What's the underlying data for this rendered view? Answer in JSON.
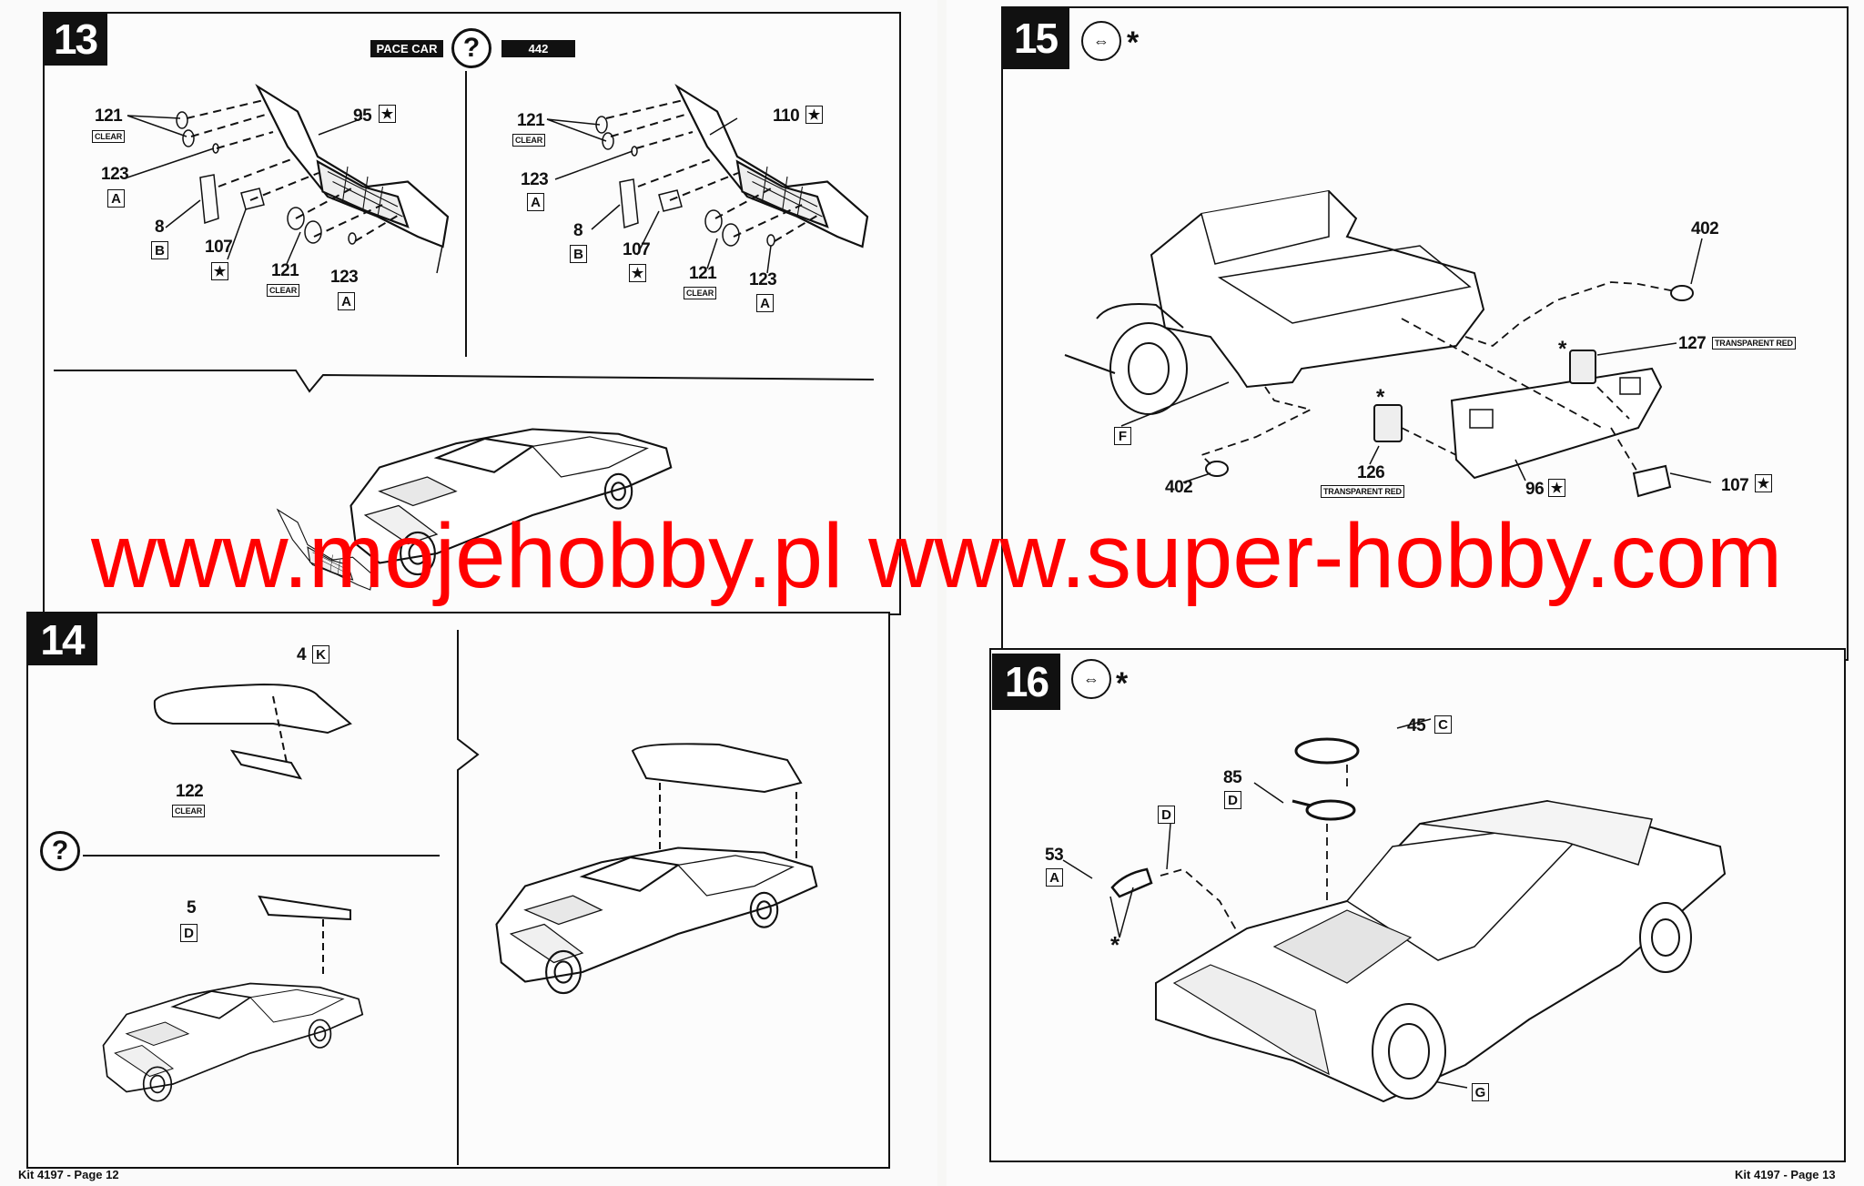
{
  "step13": {
    "number": "13",
    "variant_left": "PACE CAR",
    "variant_right": "442",
    "question_icon": "?",
    "left": {
      "l121a": "121",
      "clear_a": "CLEAR",
      "l123a": "123",
      "box_a1": "A",
      "l8": "8",
      "box_b": "B",
      "l107": "107",
      "star107": "★",
      "l121b": "121",
      "clear_b": "CLEAR",
      "l123b": "123",
      "box_a2": "A",
      "l95": "95",
      "star95": "★"
    },
    "right": {
      "l121a": "121",
      "clear_a": "CLEAR",
      "l123a": "123",
      "box_a1": "A",
      "l8": "8",
      "box_b": "B",
      "l107": "107",
      "star107": "★",
      "l121b": "121",
      "clear_b": "CLEAR",
      "l123b": "123",
      "box_a2": "A",
      "l110": "110",
      "star110": "★"
    }
  },
  "step14": {
    "number": "14",
    "l4": "4",
    "box_k": "K",
    "l122": "122",
    "clear": "CLEAR",
    "question_icon": "?",
    "l5": "5",
    "box_d": "D"
  },
  "step15": {
    "number": "15",
    "symbol": "⇔",
    "asterisk": "*",
    "l402a": "402",
    "l127": "127",
    "tr_red_a": "TRANSPARENT RED",
    "box_f": "F",
    "l126": "126",
    "tr_red_b": "TRANSPARENT RED",
    "l107": "107",
    "star107": "★",
    "l402b": "402",
    "l96": "96",
    "star96": "★",
    "ast126": "*",
    "ast127": "*"
  },
  "step16": {
    "number": "16",
    "symbol": "⇔",
    "asterisk": "*",
    "l45": "45",
    "box_c": "C",
    "l85": "85",
    "box_d1": "D",
    "box_d2": "D",
    "l53": "53",
    "box_a": "A",
    "ast": "*",
    "box_g": "G"
  },
  "watermark": "www.mojehobby.pl www.super-hobby.com",
  "footer_left": "Kit 4197 - Page 12",
  "footer_right": "Kit 4197 - Page 13"
}
